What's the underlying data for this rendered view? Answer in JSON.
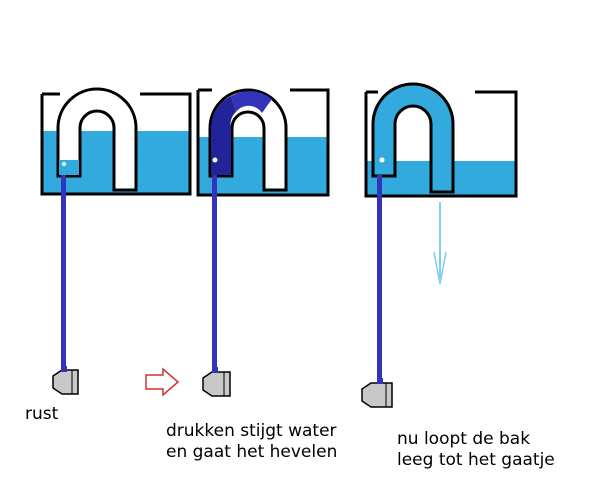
{
  "colors": {
    "water": "#33aadd",
    "tube_blue": "#3333bb",
    "tube_dark": "#222299",
    "outline": "#000000",
    "valve_gray": "#c8c8c8",
    "arrow_outline": "#cc3333",
    "flow_arrow": "#7fd0ee"
  },
  "icons": {
    "push_arrow": "right-arrow-icon",
    "flow_arrow": "down-arrow-icon",
    "valve": "pump-valve-icon"
  },
  "panels": [
    {
      "caption": [
        "rust"
      ]
    },
    {
      "caption": [
        "drukken stijgt water",
        "en gaat het hevelen"
      ]
    },
    {
      "caption": [
        "nu loopt de bak",
        "leeg tot het gaatje"
      ]
    }
  ]
}
